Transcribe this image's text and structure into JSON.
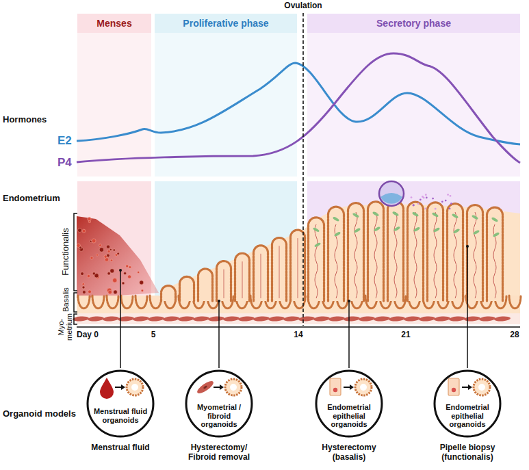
{
  "diagram": {
    "nodes": [
      {
        "text": [
          "Menses"
        ]
      },
      {
        "text": [
          "Proliferative phase"
        ]
      },
      {
        "text": [
          "Secretory phase"
        ]
      },
      {
        "text": [
          "Menstrual fluid organoids",
          "Menstrual fluid"
        ]
      },
      {
        "text": [
          "Myometrial / fibroid organoids",
          "Hysterectomy/ Fibroid removal"
        ]
      },
      {
        "text": [
          "Endometrial epithelial organoids",
          "Hysterectomy (basalis)"
        ]
      },
      {
        "text": [
          "Endometrial epithelial organoids",
          "Pipelle biopsy (functionalis)"
        ]
      }
    ],
    "labels": [
      "Ovulation",
      "Hormones",
      "E2",
      "P4",
      "Endometrium",
      "Functionalis",
      "Basalis",
      "Myo- metrium",
      "Day 0",
      "5",
      "14",
      "21",
      "28",
      "Organoid models"
    ]
  }
}
